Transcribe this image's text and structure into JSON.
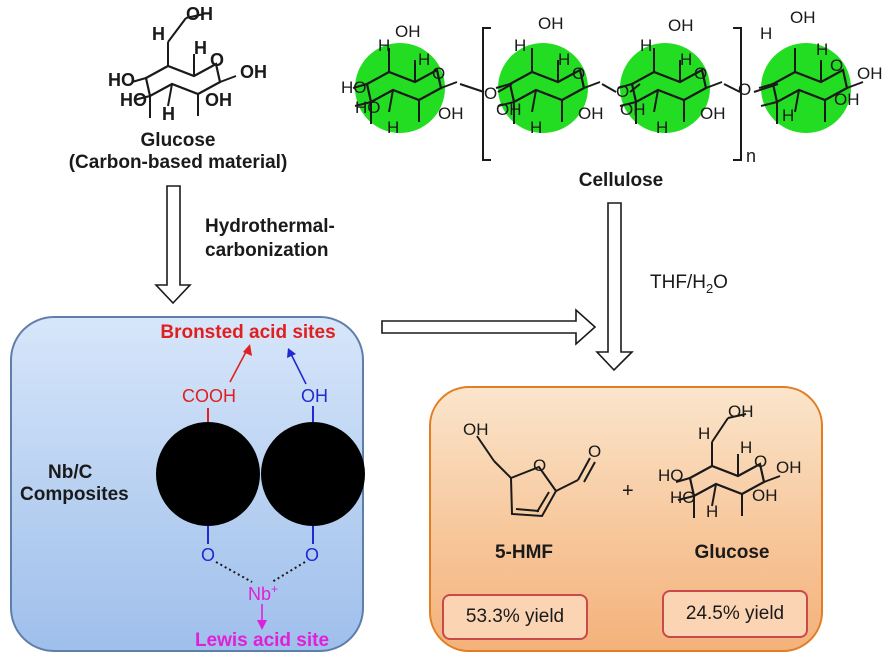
{
  "glucose_top": {
    "name": "Glucose",
    "subtitle": "(Carbon-based material)"
  },
  "cellulose": {
    "name": "Cellulose",
    "repeat_index": "n"
  },
  "step_left": {
    "line1": "Hydrothermal-",
    "line2": "carbonization"
  },
  "step_right": {
    "solvent_main": "THF/H",
    "solvent_sub": "2",
    "solvent_tail": "O"
  },
  "composite": {
    "name_line1": "Nb/C",
    "name_line2": "Composites",
    "bronsted_label": "Bronsted acid sites",
    "lewis_label": "Lewis acid site",
    "cooh": "COOH",
    "oh": "OH",
    "o_left": "O",
    "o_right": "O",
    "nb": "Nb",
    "nb_charge": "+"
  },
  "products": {
    "hmf": {
      "name": "5-HMF",
      "yield": "53.3% yield"
    },
    "plus": "+",
    "glucose": {
      "name": "Glucose",
      "yield": "24.5% yield"
    }
  },
  "atom_labels": {
    "oh": "OH",
    "ho": "HO",
    "h": "H",
    "o": "O"
  },
  "colors": {
    "bronsted": "#e02020",
    "lewis": "#e020d8",
    "ring_highlight": "#22dd22",
    "oxygen_blue": "#1f2bcf",
    "left_panel": "#b7d0f1",
    "right_panel": "#f7c79b"
  }
}
